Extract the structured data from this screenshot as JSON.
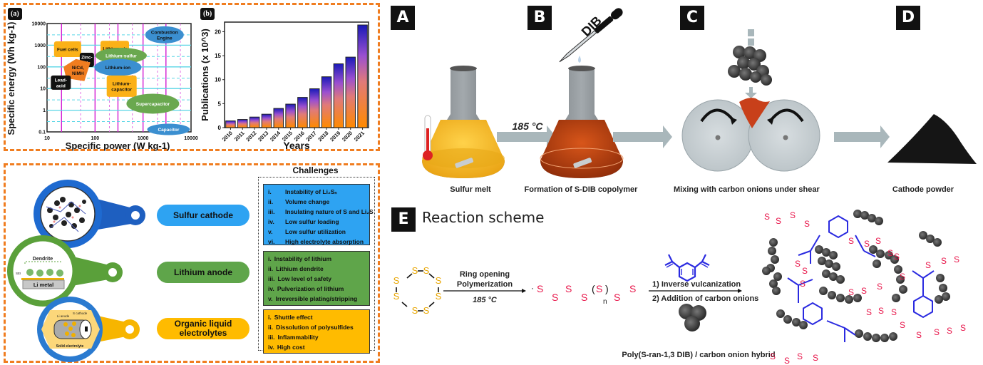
{
  "panel_a": {
    "tag": "(a)",
    "ylabel": "Specific energy (Wh kg-1)",
    "xlabel": "Specific power (W kg-1)",
    "x_ticks": [
      "10",
      "100",
      "1000",
      "10000"
    ],
    "y_ticks": [
      "0.1",
      "1",
      "10",
      "100",
      "1000",
      "10000"
    ],
    "regions": [
      {
        "label": "Combustion Engine",
        "color": "#3b8fd0"
      },
      {
        "label": "Fuel cells",
        "color": "#fbb117"
      },
      {
        "label": "Lithium-air",
        "color": "#fbb117"
      },
      {
        "label": "Lithium-sulfur",
        "color": "#6aa84f"
      },
      {
        "label": "Zinc-air",
        "color": "#111111"
      },
      {
        "label": "Lithium-ion",
        "color": "#3b8fd0"
      },
      {
        "label": "NiCd, NiMH",
        "color": "#f07d20"
      },
      {
        "label": "Lead-acid",
        "color": "#111111"
      },
      {
        "label": "Lithium-capacitor",
        "color": "#fbb117"
      },
      {
        "label": "Supercapacitor",
        "color": "#6aa84f"
      },
      {
        "label": "Capacitor",
        "color": "#3b8fd0"
      }
    ]
  },
  "chart_data": {
    "type": "bar",
    "title": "",
    "xlabel": "Years",
    "ylabel": "Publications (x 10^3)",
    "categories": [
      "2010",
      "2011",
      "2012",
      "2013",
      "2014",
      "2015",
      "2016",
      "2017",
      "2018",
      "2019",
      "2020",
      "2021"
    ],
    "values": [
      1.4,
      1.7,
      2.2,
      2.8,
      4.0,
      4.9,
      6.3,
      8.1,
      10.6,
      13.3,
      14.7,
      21.4
    ],
    "ylim": [
      0,
      22
    ],
    "y_ticks": [
      0,
      5,
      10,
      15,
      20
    ],
    "grid": false,
    "legend": "none",
    "tag": "(b)",
    "bar_gradient": [
      "#ff8a00",
      "#1a1ab8"
    ]
  },
  "challenges": {
    "title": "Challenges",
    "groups": [
      {
        "name": "Sulfur cathode",
        "color": "#2ea3f2",
        "items": [
          {
            "num": "i.",
            "text": "Instability of Li₂Sₙ"
          },
          {
            "num": "ii.",
            "text": "Volume change"
          },
          {
            "num": "iii.",
            "text": "Insulating nature of S and Li₂S"
          },
          {
            "num": "iv.",
            "text": "Low sulfur loading"
          },
          {
            "num": "v.",
            "text": "Low sulfur utilization"
          },
          {
            "num": "vi.",
            "text": "High electrolyte absorption"
          }
        ]
      },
      {
        "name": "Lithium  anode",
        "color": "#5fa54a",
        "items": [
          {
            "num": "i.",
            "text": "Instability of lithium"
          },
          {
            "num": "ii.",
            "text": "Lithium dendrite"
          },
          {
            "num": "iii.",
            "text": "Low level of safety"
          },
          {
            "num": "iv.",
            "text": "Pulverization of lithium"
          },
          {
            "num": "v.",
            "text": "Irreversible plating/stripping"
          }
        ]
      },
      {
        "name": "Organic liquid electrolytes",
        "color": "#ffbb00",
        "items": [
          {
            "num": "i.",
            "text": "Shuttle effect"
          },
          {
            "num": "ii.",
            "text": "Dissolution of polysulfides"
          },
          {
            "num": "iii.",
            "text": "Inflammability"
          },
          {
            "num": "iv.",
            "text": "High cost"
          }
        ]
      }
    ],
    "lens_labels": {
      "dendrite": "Dendrite",
      "sei": "SEI",
      "li_metal": "Li metal",
      "li_anode": "Li anode",
      "s_cathode": "S cathode",
      "solid_electrolyte": "Solid electrolyte"
    }
  },
  "process": {
    "steps": [
      {
        "tag": "A",
        "caption": "Sulfur melt"
      },
      {
        "tag": "B",
        "caption": "Formation of S-DIB copolymer"
      },
      {
        "tag": "C",
        "caption": "Mixing with carbon onions under shear"
      },
      {
        "tag": "D",
        "caption": "Cathode powder"
      }
    ],
    "temperature_label": "185 °C",
    "dropper_label": "DIB"
  },
  "reaction": {
    "tag": "E",
    "title": "Reaction scheme",
    "step1_line1": "Ring opening",
    "step1_line2": "Polymerization",
    "step1_temp": "185 °C",
    "step2_line1": "1) Inverse vulcanization",
    "step2_line2": "2) Addition of carbon onions",
    "product_label": "Poly(S-ran-1,3 DIB) / carbon onion hybrid",
    "atom": "S",
    "subscript": "n"
  }
}
